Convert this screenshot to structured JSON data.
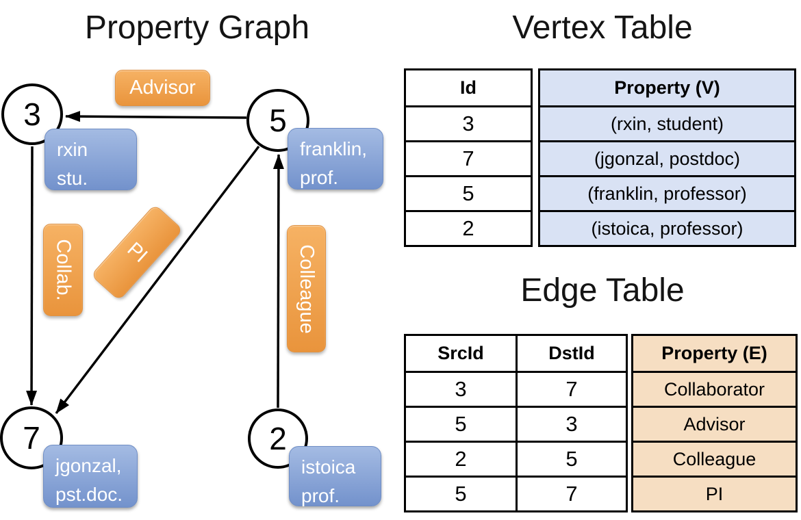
{
  "graph": {
    "title": "Property Graph",
    "nodes": [
      {
        "id": "3",
        "property_line1": "rxin",
        "property_line2": "stu."
      },
      {
        "id": "5",
        "property_line1": "franklin,",
        "property_line2": "prof."
      },
      {
        "id": "7",
        "property_line1": "jgonzal,",
        "property_line2": "pst.doc."
      },
      {
        "id": "2",
        "property_line1": "istoica",
        "property_line2": "prof."
      }
    ],
    "edge_labels": {
      "advisor": "Advisor",
      "collab": "Collab.",
      "pi": "PI",
      "colleague": "Colleague"
    },
    "edges": [
      {
        "src": "5",
        "dst": "3",
        "label": "Advisor"
      },
      {
        "src": "3",
        "dst": "7",
        "label": "Collab."
      },
      {
        "src": "5",
        "dst": "7",
        "label": "PI"
      },
      {
        "src": "2",
        "dst": "5",
        "label": "Colleague"
      }
    ]
  },
  "vertex_table": {
    "title": "Vertex Table",
    "headers": {
      "id": "Id",
      "property": "Property (V)"
    },
    "rows": [
      {
        "id": "3",
        "property": "(rxin, student)"
      },
      {
        "id": "7",
        "property": "(jgonzal, postdoc)"
      },
      {
        "id": "5",
        "property": "(franklin, professor)"
      },
      {
        "id": "2",
        "property": "(istoica, professor)"
      }
    ]
  },
  "edge_table": {
    "title": "Edge Table",
    "headers": {
      "src": "SrcId",
      "dst": "DstId",
      "property": "Property (E)"
    },
    "rows": [
      {
        "src": "3",
        "dst": "7",
        "property": "Collaborator"
      },
      {
        "src": "5",
        "dst": "3",
        "property": "Advisor"
      },
      {
        "src": "2",
        "dst": "5",
        "property": "Colleague"
      },
      {
        "src": "5",
        "dst": "7",
        "property": "PI"
      }
    ]
  },
  "colors": {
    "edge_label_orange": "#F0A14C",
    "vertex_box_blue": "#8AA5D8",
    "vertex_table_fill": "#D9E2F4",
    "edge_table_fill": "#F6DEC2",
    "line_black": "#000000"
  }
}
